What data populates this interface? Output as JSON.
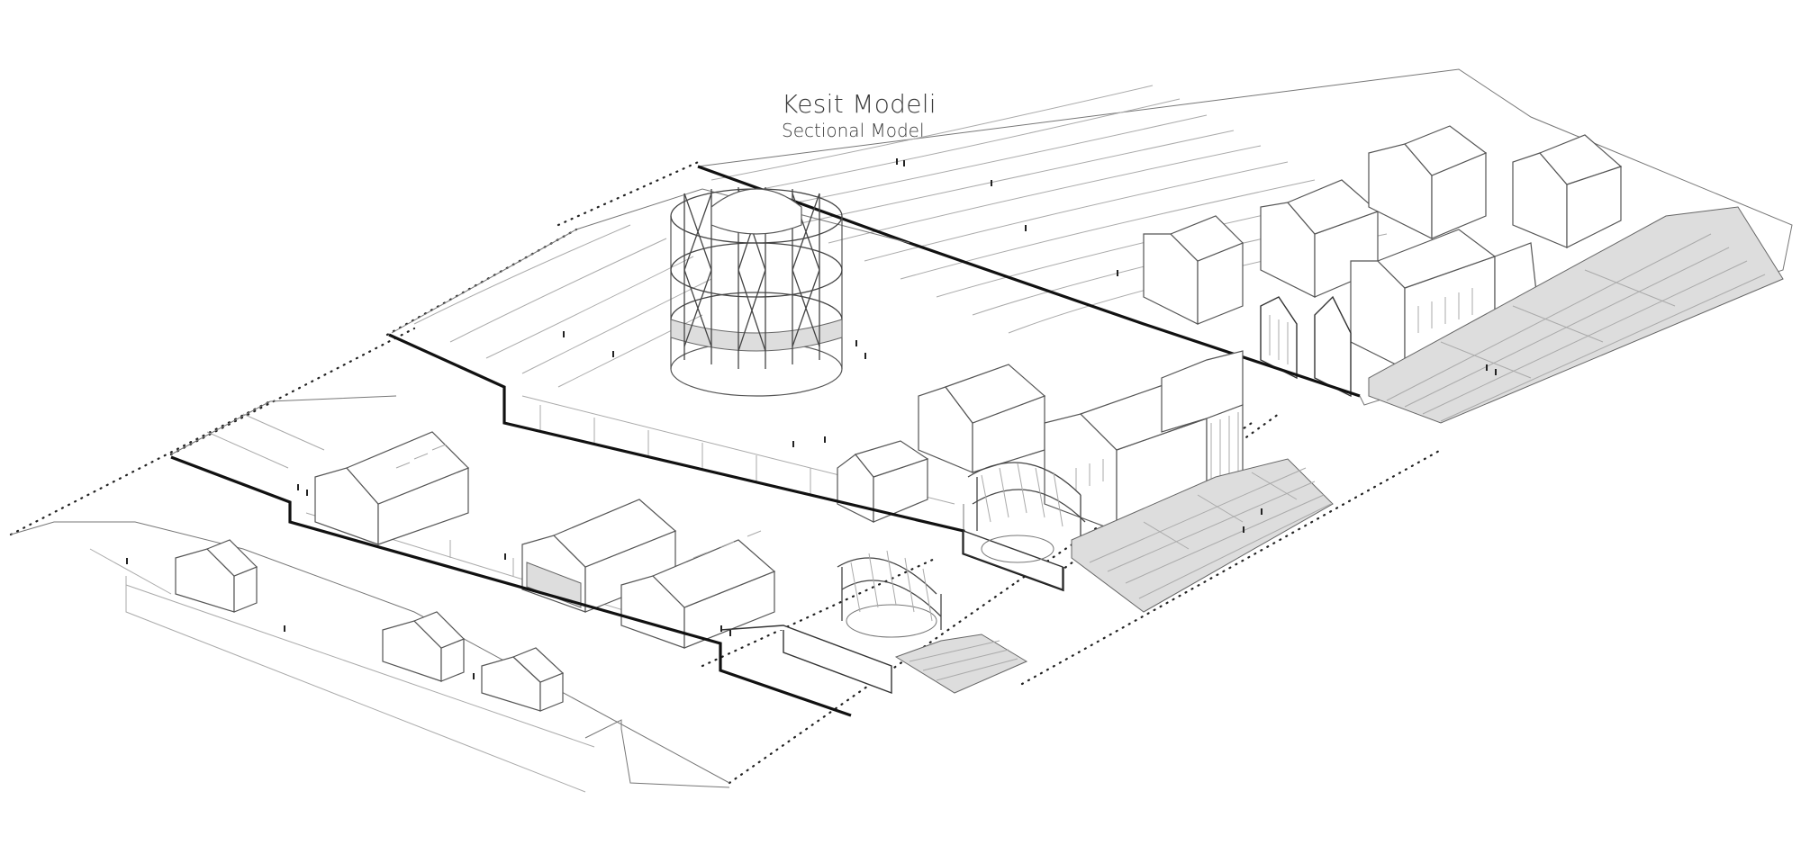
{
  "title": {
    "main": "Kesit Modeli",
    "sub": "Sectional Model"
  },
  "drawing": {
    "type": "isometric-sectional-model",
    "colors": {
      "linework": "#777777",
      "section_cut": "#111111",
      "paper": "#ffffff",
      "seating_fill": "#dddddd"
    }
  }
}
